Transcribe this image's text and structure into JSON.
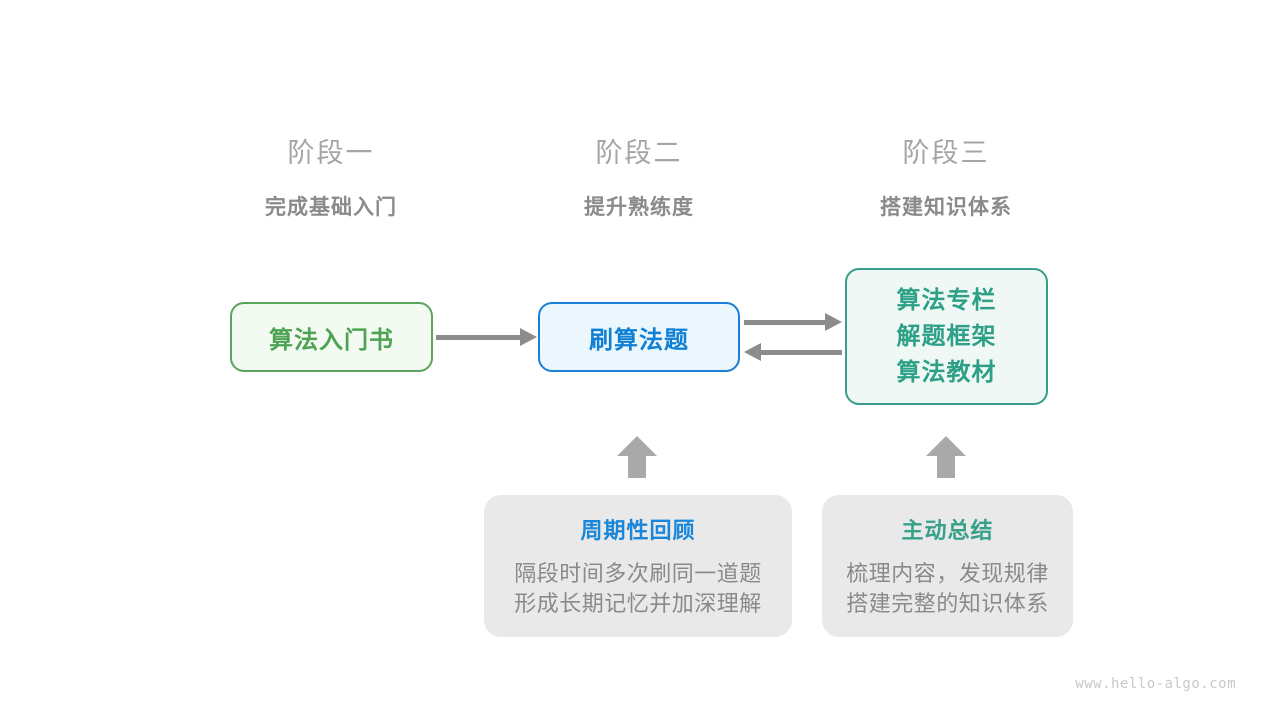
{
  "diagram": {
    "stages": [
      {
        "label": "阶段一",
        "subtitle": "完成基础入门"
      },
      {
        "label": "阶段二",
        "subtitle": "提升熟练度"
      },
      {
        "label": "阶段三",
        "subtitle": "搭建知识体系"
      }
    ],
    "nodes": {
      "intro_book": {
        "label": "算法入门书",
        "color": "#4ea253",
        "bg": "#f3faf1",
        "border": "#5aa55c"
      },
      "practice": {
        "label": "刷算法题",
        "color": "#1080d4",
        "bg": "#ebf6fd",
        "border": "#1b7fd6"
      },
      "resources": {
        "lines": [
          "算法专栏",
          "解题框架",
          "算法教材"
        ],
        "color": "#2da087",
        "bg": "#eff8f4",
        "border": "#3a9c8b"
      }
    },
    "notes": [
      {
        "title": "周期性回顾",
        "title_color": "#1a86d9",
        "body_lines": [
          "隔段时间多次刷同一道题",
          "形成长期记忆并加深理解"
        ]
      },
      {
        "title": "主动总结",
        "title_color": "#36a188",
        "body_lines": [
          "梳理内容，发现规律",
          "搭建完整的知识体系"
        ]
      }
    ],
    "arrows": {
      "intro_to_practice": "right",
      "practice_to_resources": "right",
      "resources_to_practice": "left",
      "review_up": "up",
      "summary_up": "up",
      "connector_color": "#8c8c8c",
      "block_color": "#a9a9a9"
    },
    "watermark": "www.hello-algo.com",
    "colors": {
      "background": "#ffffff",
      "stage_label": "#a5a5a5",
      "stage_subtitle": "#8a8a8a",
      "note_bg": "#e9e9e9",
      "note_body_text": "#8a8a8a",
      "watermark": "#c9c9c9"
    }
  }
}
